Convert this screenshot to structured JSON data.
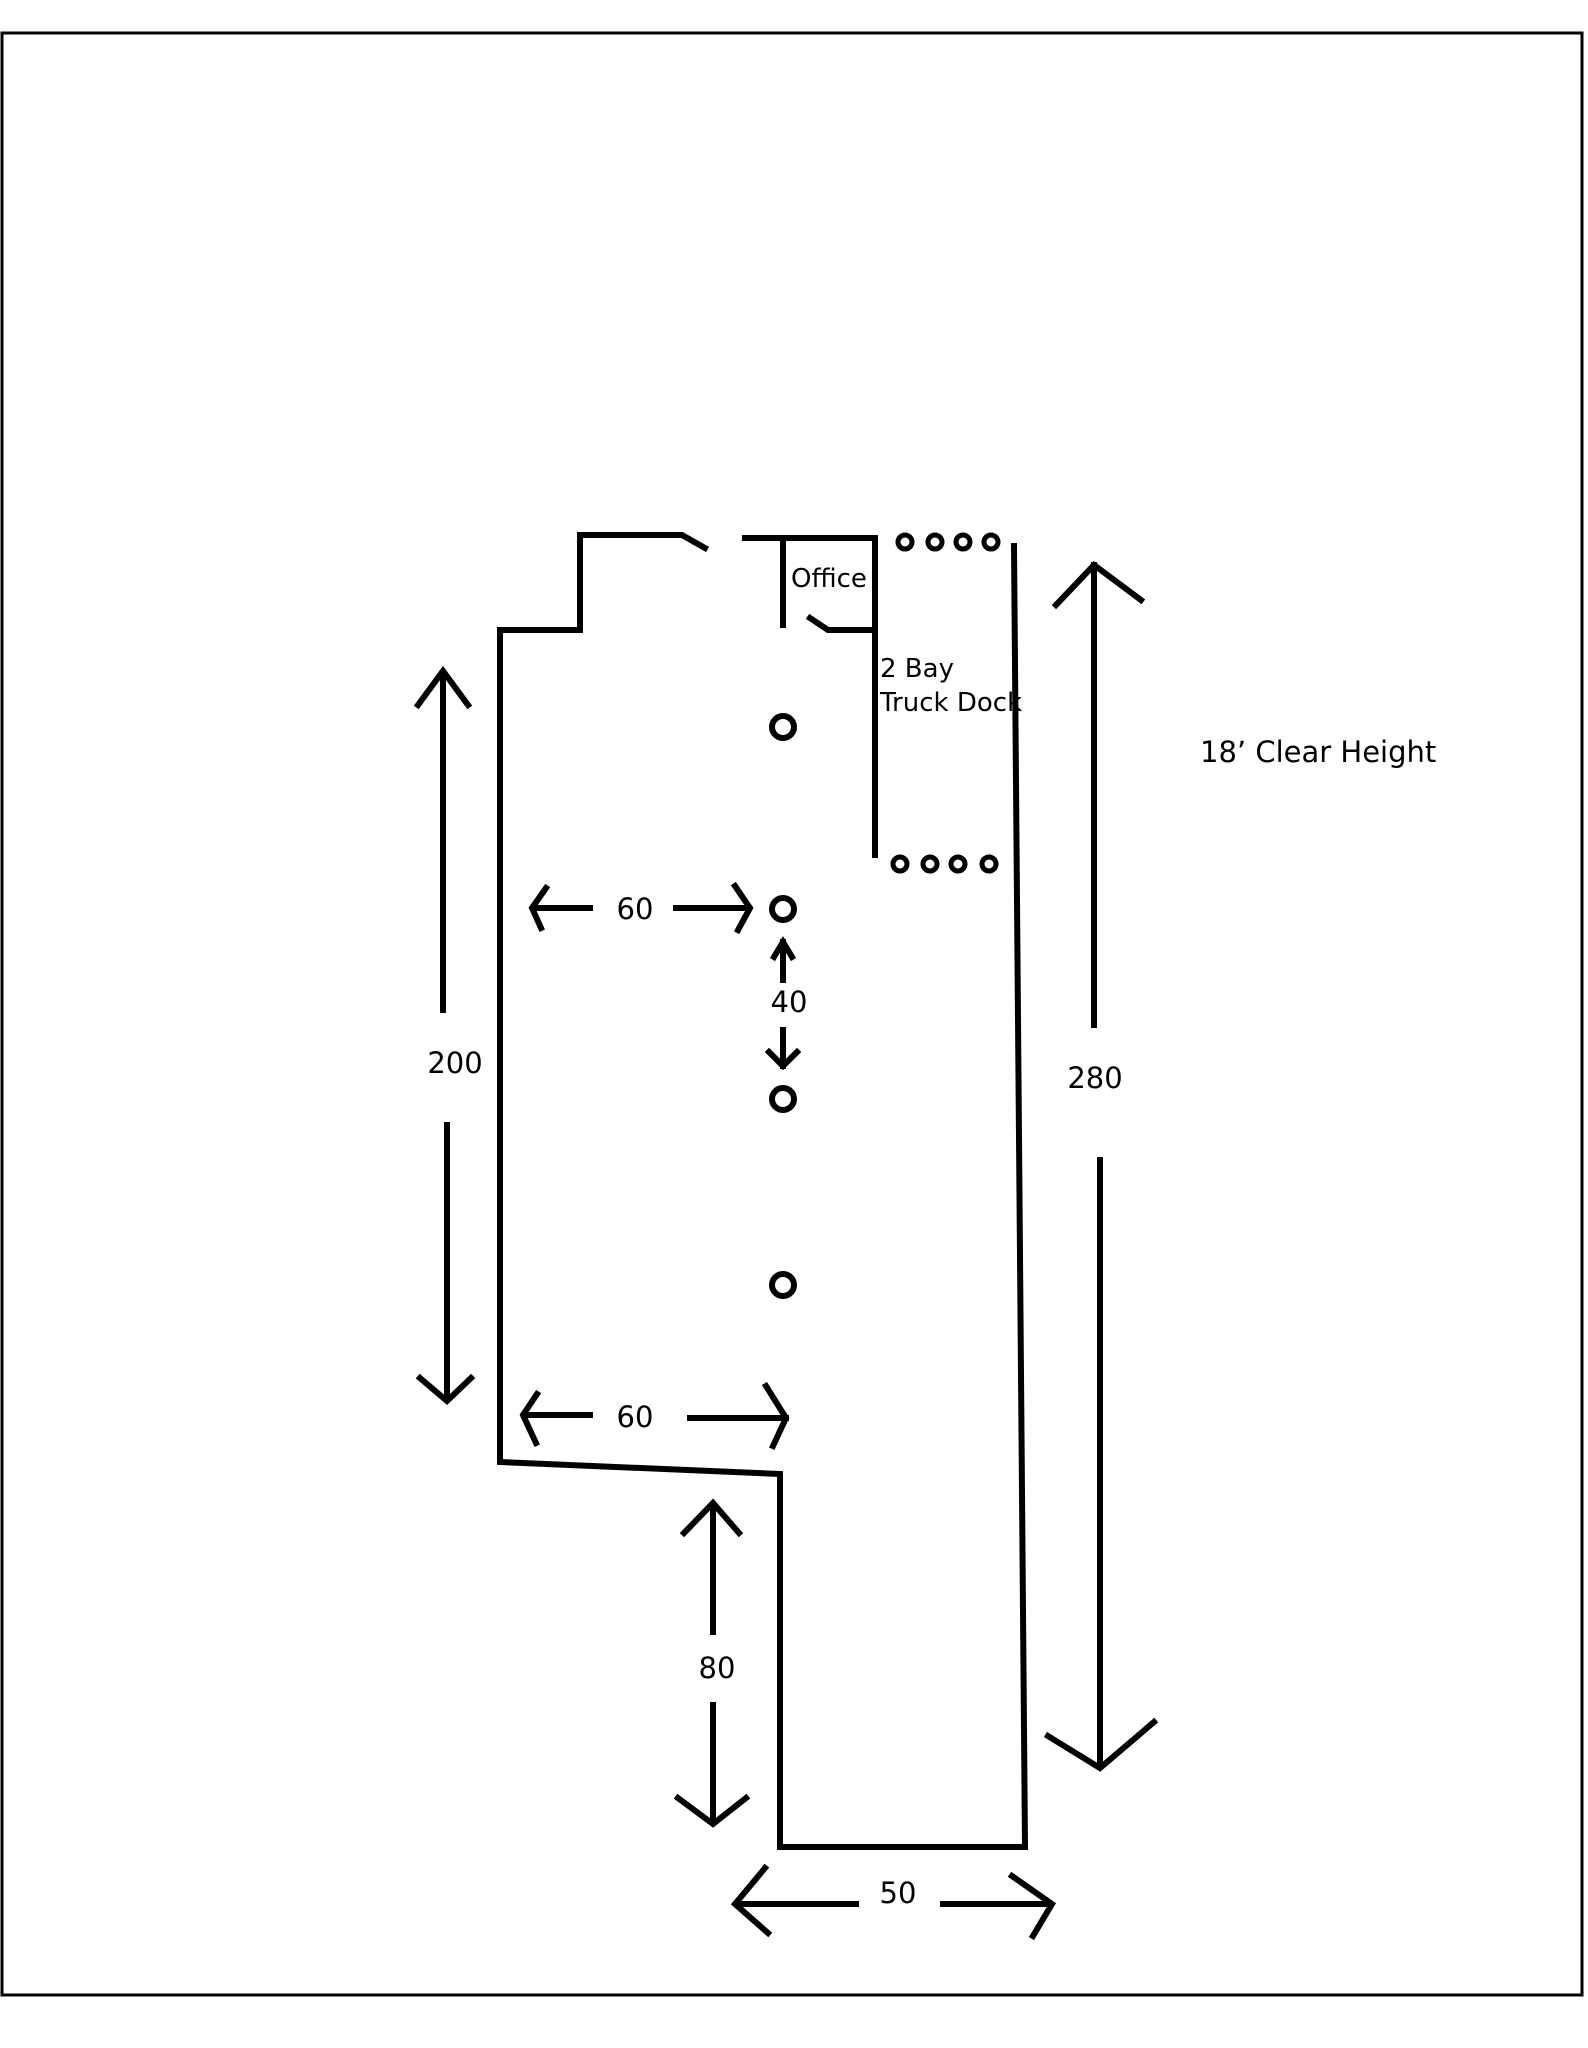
{
  "labels": {
    "office": "Office",
    "truck_dock_line1": "2 Bay",
    "truck_dock_line2": "Truck Dock",
    "clear_height": "18’ Clear Height"
  },
  "dimensions": {
    "left_height": "200",
    "right_height": "280",
    "upper_width": "60",
    "lower_width": "60",
    "column_spacing": "40",
    "bottom_depth": "80",
    "bottom_width": "50"
  },
  "icons": {
    "column": "column-circle-icon",
    "dock_door": "dock-door-dot-icon"
  }
}
